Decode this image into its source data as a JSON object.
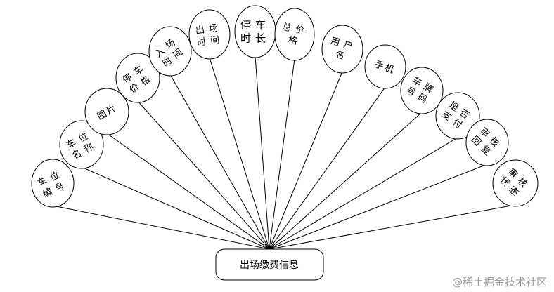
{
  "diagram": {
    "entity": {
      "label": "出场缴费信息"
    },
    "attributes": [
      {
        "id": "space-number",
        "label": "车位编号"
      },
      {
        "id": "space-name",
        "label": "车位名称"
      },
      {
        "id": "image",
        "label": "图片"
      },
      {
        "id": "parking-price",
        "label": "停车价格"
      },
      {
        "id": "entry-time",
        "label": "入场时间"
      },
      {
        "id": "exit-time",
        "label": "出场时间"
      },
      {
        "id": "parking-duration",
        "label": "停车时长"
      },
      {
        "id": "total-price",
        "label": "总价格"
      },
      {
        "id": "username",
        "label": "用户名"
      },
      {
        "id": "phone",
        "label": "手机"
      },
      {
        "id": "plate-number",
        "label": "车牌号码"
      },
      {
        "id": "is-paid",
        "label": "是否支付"
      },
      {
        "id": "review-reply",
        "label": "审核回复"
      },
      {
        "id": "review-status",
        "label": "审核状态"
      }
    ]
  },
  "watermark": "@稀土掘金技术社区"
}
